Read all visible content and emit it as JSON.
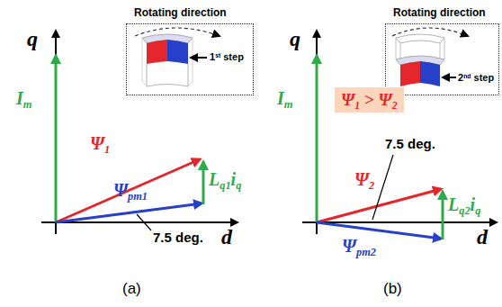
{
  "diagram": {
    "nodes": [
      {
        "text": [
          "Rotating direction",
          "1st step"
        ]
      },
      {
        "text": [
          "Rotating direction",
          "2nd step"
        ]
      },
      {
        "text": [
          "Ψ1 > Ψ2"
        ]
      }
    ],
    "labels": [
      "q",
      "d",
      "Im",
      "Ψ1",
      "Ψpm1",
      "Lq1iq",
      "7.5 deg.",
      "(a)",
      "q",
      "d",
      "Im",
      "Ψ2",
      "Ψpm2",
      "Lq2iq",
      "7.5 deg.",
      "(b)"
    ]
  }
}
